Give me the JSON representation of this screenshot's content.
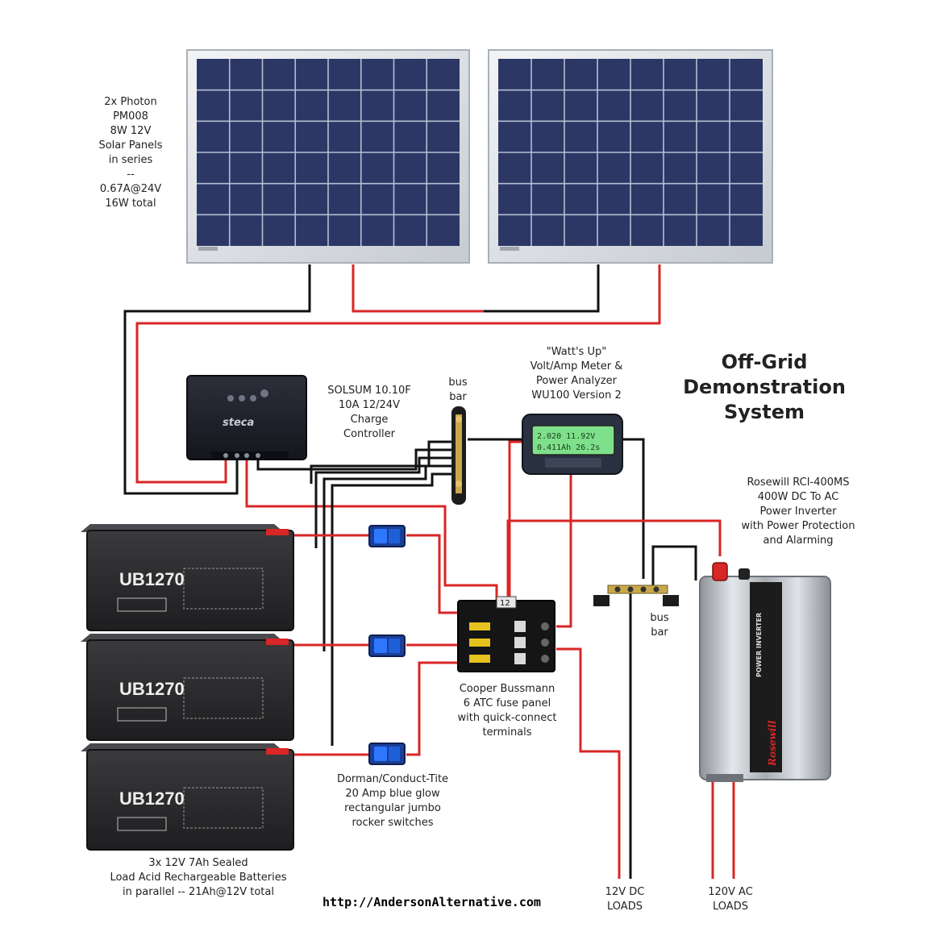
{
  "title": [
    "Off-Grid",
    "Demonstration",
    "System"
  ],
  "labels": {
    "solar_panels": [
      "2x Photon",
      "PM008",
      "8W 12V",
      "Solar Panels",
      "in series",
      "--",
      "0.67A@24V",
      "16W total"
    ],
    "charge_controller": [
      "SOLSUM 10.10F",
      "10A 12/24V",
      "Charge",
      "Controller"
    ],
    "bus_bar_top": [
      "bus",
      "bar"
    ],
    "meter": [
      "\"Watt's Up\"",
      "Volt/Amp Meter &",
      "Power Analyzer",
      "WU100 Version 2"
    ],
    "inverter": [
      "Rosewill RCI-400MS",
      "400W DC To AC",
      "Power Inverter",
      "with Power Protection",
      "and Alarming"
    ],
    "bus_bar_bottom": [
      "bus",
      "bar"
    ],
    "fuse_panel": [
      "Cooper Bussmann",
      "6 ATC fuse panel",
      "with quick-connect",
      "terminals"
    ],
    "switches": [
      "Dorman/Conduct-Tite",
      "20 Amp blue glow",
      "rectangular jumbo",
      "rocker switches"
    ],
    "batteries": [
      "3x 12V 7Ah Sealed",
      "Load Acid Rechargeable Batteries",
      "in parallel -- 21Ah@12V total"
    ],
    "dc_loads": [
      "12V DC",
      "LOADS"
    ],
    "ac_loads": [
      "120V AC",
      "LOADS"
    ]
  },
  "device_text": {
    "battery_model": "UB1270",
    "controller_logo": "steca",
    "meter_lcd": [
      "2.020  11.92V",
      "0.411Ah  26.2s"
    ],
    "inverter_brand": "Rosewill",
    "inverter_side": "POWER INVERTER",
    "fuse_number": "12"
  },
  "url": "http://AndersonAlternative.com",
  "colors": {
    "wire_red": "#d92626",
    "wire_black": "#111111",
    "panel_cell": "#2c3766",
    "panel_frame": "#d9dde2",
    "battery_body": "#2a2a2c",
    "switch_blue": "#1f5fd6",
    "lcd_green": "#7ee08a",
    "inverter_silver": "#b9bec4"
  }
}
